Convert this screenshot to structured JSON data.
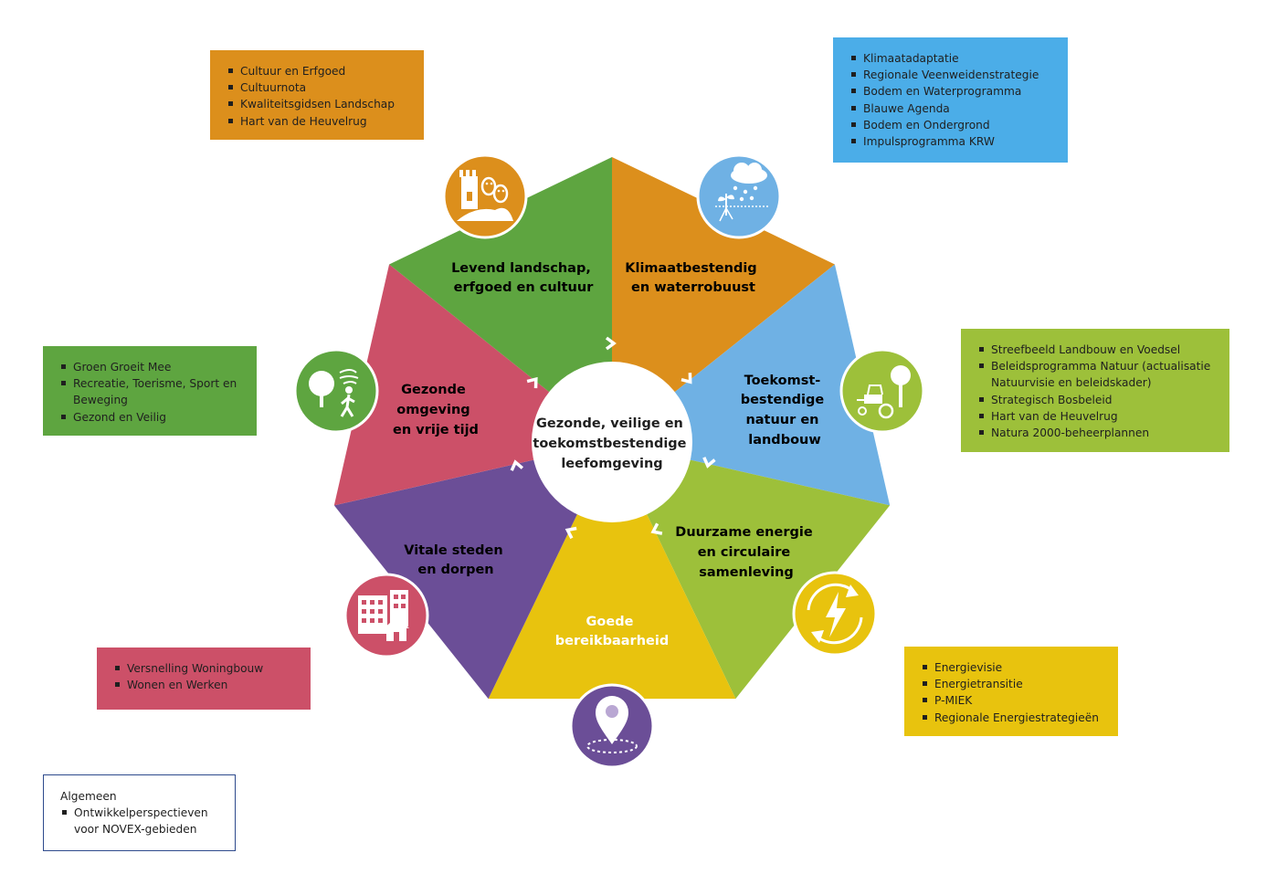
{
  "center": {
    "lines": [
      "Gezonde, veilige en",
      "toekomstbestendige",
      "leefomgeving"
    ]
  },
  "segments": [
    {
      "id": "cultuur",
      "color": "#DC8F1C",
      "text_color": "#1f1f1f",
      "icon": "castle-theater-icon",
      "lines": [
        "Levend landschap,",
        "erfgoed en cultuur"
      ]
    },
    {
      "id": "klimaat",
      "color": "#6FB1E4",
      "text_color": "#1f1f1f",
      "icon": "rain-cloud-plant-icon",
      "lines": [
        "Klimaatbestendig",
        "en waterrobuust"
      ]
    },
    {
      "id": "natuur",
      "color": "#9DC03A",
      "text_color": "#1f1f1f",
      "icon": "tractor-tree-icon",
      "lines": [
        "Toekomst-",
        "bestendige",
        "natuur en",
        "landbouw"
      ]
    },
    {
      "id": "energie",
      "color": "#E8C30E",
      "text_color": "#1f1f1f",
      "icon": "energy-cycle-icon",
      "lines": [
        "Duurzame energie",
        "en circulaire",
        "samenleving"
      ]
    },
    {
      "id": "bereikbaarheid",
      "color": "#6B4E97",
      "text_color": "#ffffff",
      "icon": "location-pin-icon",
      "lines": [
        "Goede",
        "bereikbaarheid"
      ]
    },
    {
      "id": "steden",
      "color": "#CC5068",
      "text_color": "#1f1f1f",
      "icon": "city-buildings-icon",
      "lines": [
        "Vitale steden",
        "en dorpen"
      ]
    },
    {
      "id": "gezond",
      "color": "#5EA540",
      "text_color": "#1f1f1f",
      "icon": "tree-walker-icon",
      "lines": [
        "Gezonde",
        "omgeving",
        "en vrije tijd"
      ]
    }
  ],
  "boxes": {
    "cultuur": {
      "color": "#DC8F1C",
      "items": [
        "Cultuur en Erfgoed",
        "Cultuurnota",
        "Kwaliteitsgidsen Landschap",
        "Hart van de Heuvelrug"
      ]
    },
    "klimaat": {
      "color": "#4BADE8",
      "items": [
        "Klimaatadaptatie",
        "Regionale Veenweidenstrategie",
        "Bodem en Waterprogramma",
        "Blauwe Agenda",
        "Bodem en Ondergrond",
        "Impulsprogramma KRW"
      ]
    },
    "natuur": {
      "color": "#9DC03A",
      "items": [
        "Streefbeeld Landbouw en Voedsel",
        "Beleidsprogramma Natuur (actualisatie Natuurvisie en beleidskader)",
        "Strategisch Bosbeleid",
        "Hart van de Heuvelrug",
        "Natura 2000-beheerplannen"
      ]
    },
    "gezond": {
      "color": "#5EA540",
      "items": [
        "Groen Groeit Mee",
        "Recreatie, Toerisme, Sport en Beweging",
        "Gezond en Veilig"
      ]
    },
    "steden": {
      "color": "#CC5068",
      "items": [
        "Versnelling Woningbouw",
        "Wonen en Werken"
      ]
    },
    "energie": {
      "color": "#E8C30E",
      "items": [
        "Energievisie",
        "Energietransitie",
        "P-MIEK",
        "Regionale Energiestrategieën"
      ]
    },
    "algemeen": {
      "title": "Algemeen",
      "border": "#2E4A8C",
      "items": [
        "Ontwikkelperspectieven voor NOVEX-gebieden"
      ]
    }
  }
}
